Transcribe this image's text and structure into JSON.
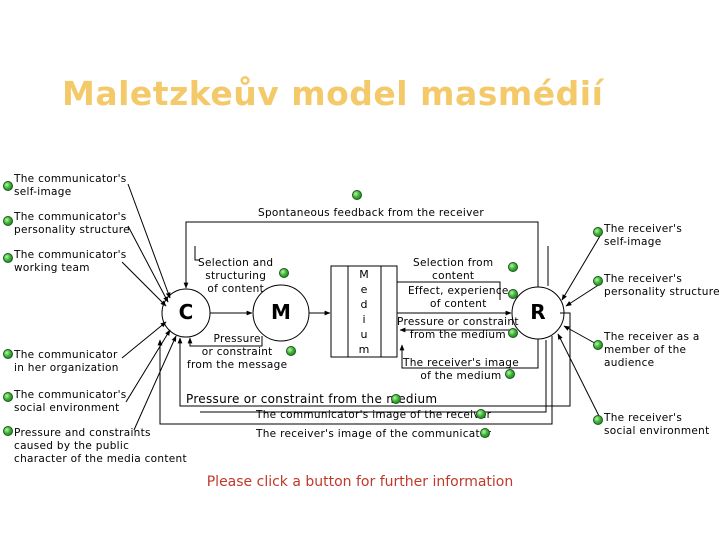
{
  "title": "Maletzkeův model masmédií",
  "nodes": {
    "communicator": "C",
    "message": "M",
    "receiver": "R"
  },
  "medium_letters": [
    "M",
    "e",
    "d",
    "i",
    "u",
    "m"
  ],
  "left_labels": [
    "The communicator's\nself-image",
    "The communicator's\npersonality structure",
    "The communicator's\nworking team",
    "The communicator\nin her organization",
    "The communicator's\nsocial environment",
    "Pressure and constraints\ncaused by the public\ncharacter of the media content"
  ],
  "right_labels": [
    "The receiver's\nself-image",
    "The receiver's\npersonality structure",
    "The receiver as a\nmember of the\naudience",
    "The receiver's\nsocial environment"
  ],
  "center_labels": {
    "feedback": "Spontaneous feedback from the receiver",
    "selection_structuring": "Selection and\nstructuring\nof content",
    "pressure_message": "Pressure\nor constraint\nfrom the message",
    "selection_from_content": "Selection from\ncontent",
    "effect_experience": "Effect, experience\nof content",
    "pressure_medium_inner": "Pressure or constraint\nfrom the medium",
    "receiver_image_medium": "The receiver's image\nof the medium",
    "pressure_medium_outer": "Pressure or constraint from the medium",
    "communicator_image_receiver": "The communicator's image of the receiver",
    "receiver_image_communicator": "The receiver's image of the communicator"
  },
  "footer": "Please click a button for further information",
  "colors": {
    "title": "#f4c96a",
    "footer": "#c0392b",
    "button": "#3fb43a"
  }
}
